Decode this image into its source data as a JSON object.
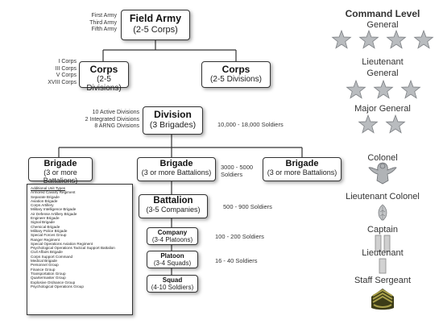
{
  "field_army": {
    "title": "Field Army",
    "sub": "(2-5 Corps)",
    "notes": [
      "First Army",
      "Third Army",
      "Fifth Army"
    ]
  },
  "corps_left": {
    "title": "Corps",
    "sub": "(2-5 Divisions)",
    "notes": [
      "I Corps",
      "III Corps",
      "V Corps",
      "XVIII Corps"
    ]
  },
  "corps_right": {
    "title": "Corps",
    "sub": "(2-5 Divisions)"
  },
  "division": {
    "title": "Division",
    "sub": "(3 Brigades)",
    "notes": [
      "10 Active Divisions",
      "2 Integrated Divisions",
      "8 ARNG Divisions"
    ],
    "soldiers": "10,000 - 18,000 Soldiers"
  },
  "brigade_left": {
    "title": "Brigade",
    "sub": "(3 or more Battalions)"
  },
  "brigade_mid": {
    "title": "Brigade",
    "sub": "(3 or more Battalions)",
    "soldiers": [
      "3000 - 5000",
      "Soldiers"
    ]
  },
  "brigade_right": {
    "title": "Brigade",
    "sub": "(3 or more Battalions)"
  },
  "battalion": {
    "title": "Battalion",
    "sub": "(3-5 Companies)",
    "soldiers": "500 - 900 Soldiers"
  },
  "company": {
    "title": "Company",
    "sub": "(3-4 Platoons)",
    "soldiers": "100 - 200 Soldiers"
  },
  "platoon": {
    "title": "Platoon",
    "sub": "(3-4 Squads)",
    "soldiers": "16 - 40 Soldiers"
  },
  "squad": {
    "title": "Squad",
    "sub": "(4-10 Soldiers)"
  },
  "unit_types": [
    "Additional Unit Types",
    "Armored Cavalry Regiment",
    "Separate Brigade",
    "Aviation Brigade",
    "Corps Artillery",
    "Military Intelligence Brigade",
    "Air Defense Artillery Brigade",
    "Engineer Brigade",
    "Signal Brigade",
    "Chemical Brigade",
    "Military Police Brigade",
    "Special Forces Group",
    "Ranger Regiment",
    "Special Operations Aviation Regiment",
    "Psychological Operations Tactical Support Battalion",
    "Civil Affairs Brigade",
    "Corps Support Command",
    "Medical Brigade",
    "Personnel Group",
    "Finance Group",
    "Transportation Group",
    "Quartermaster Group",
    "Explosive Ordnance Group",
    "Psychological Operations Group"
  ],
  "ranks": {
    "header": "Command Level",
    "general": "General",
    "lt_general": [
      "Lieutenant",
      "General"
    ],
    "major_general": "Major General",
    "colonel": "Colonel",
    "lt_colonel": "Lieutenant Colonel",
    "captain": "Captain",
    "lieutenant": "Lieutenant",
    "staff_sergeant": "Staff Sergeant"
  },
  "colors": {
    "star_fill": "#b9bcbf",
    "star_stroke": "#7d8084",
    "bar_silver": "#c8c8c8",
    "chevron": "#6a6a2a",
    "chevron_bg": "#3c3c18"
  }
}
